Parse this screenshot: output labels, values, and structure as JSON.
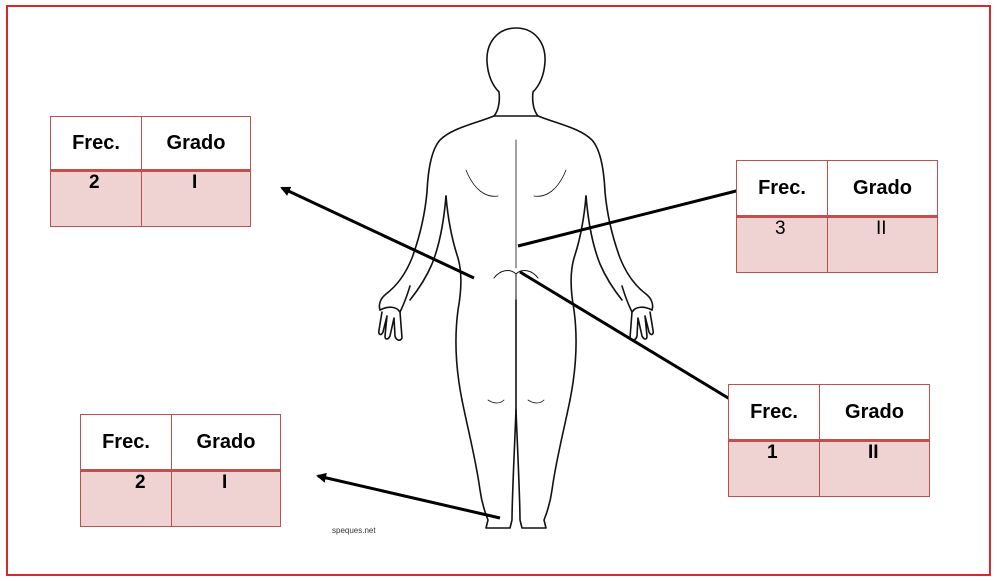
{
  "tables": [
    {
      "freq_header": "Frec.",
      "grade_header": "Grado",
      "freq": "2",
      "grade": "I"
    },
    {
      "freq_header": "Frec.",
      "grade_header": "Grado",
      "freq": "3",
      "grade": "II"
    },
    {
      "freq_header": "Frec.",
      "grade_header": "Grado",
      "freq": "1",
      "grade": "II"
    },
    {
      "freq_header": "Frec.",
      "grade_header": "Grado",
      "freq": "2",
      "grade": "I"
    }
  ],
  "credit": "speques.net",
  "colors": {
    "border": "#d42a2a",
    "table_line": "#c0504d",
    "value_fill": "#efd3d3"
  }
}
